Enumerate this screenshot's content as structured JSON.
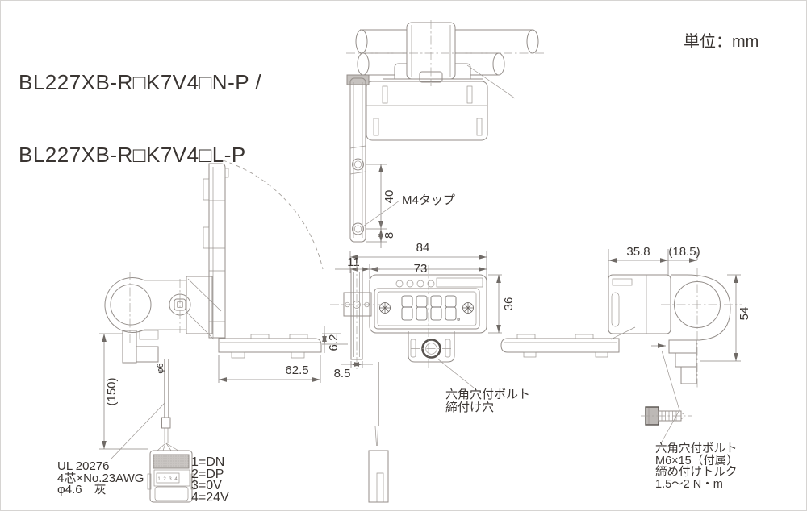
{
  "title": {
    "line1": "BL227XB-R□K7V4□N-P /",
    "line2": "BL227XB-R□K7V4□L-P"
  },
  "unit_label": "単位：mm",
  "dimensions": {
    "top_view": {
      "tap_pitch": "40",
      "tap_end_offset": "8",
      "overall_width": "84"
    },
    "front_view": {
      "display_width": "73",
      "left_offset": "11",
      "height": "36",
      "rail_gap": "6.2",
      "rail_width": "8.5"
    },
    "side_view_left": {
      "arm_radius": "62.5",
      "cable_length_ref": "(150)",
      "cable_dia": "φ6"
    },
    "side_view_right": {
      "body_depth": "35.8",
      "clamp_depth_ref": "(18.5)",
      "height": "54"
    }
  },
  "callouts": {
    "m4_tap": "M4タップ",
    "bolt_hole": {
      "line1": "六角穴付ボルト",
      "line2": "締付け穴"
    },
    "bolt_note": {
      "line1": "六角穴付ボルト",
      "line2": "M6×15（付属）",
      "line3": "締め付けトルク",
      "line4": "1.5～2 N・m"
    },
    "cable_note": {
      "line1": "UL 20276",
      "line2": "4芯×No.23AWG",
      "line3": "φ4.6　灰"
    }
  },
  "pin_assignment": [
    "1=DN",
    "2=DP",
    "3=0V",
    "4=24V"
  ],
  "connector_pins": "1 2 3 4",
  "colors": {
    "line": "#948e8a",
    "dim_text": "#3b3633",
    "fill_gray": "#c6c2bf"
  }
}
